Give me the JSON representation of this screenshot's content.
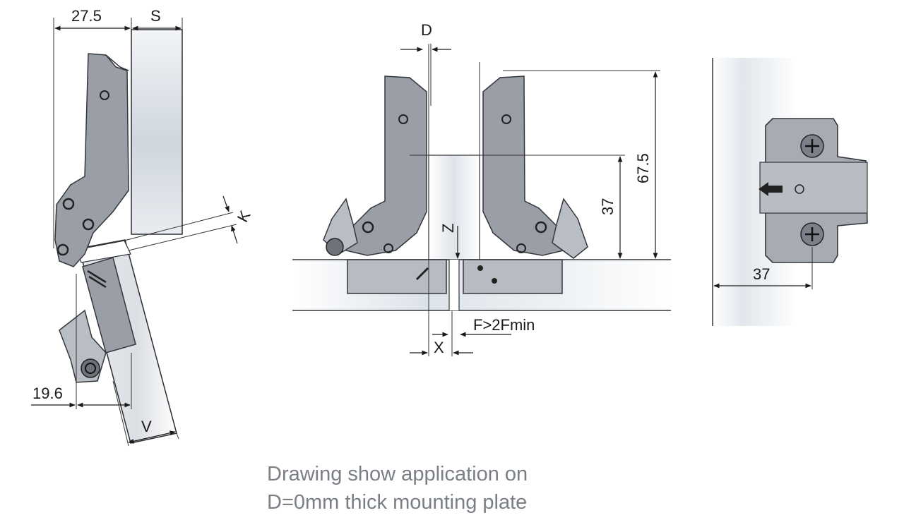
{
  "diagram": {
    "left_view": {
      "dim_top_width": "27.5",
      "dim_top_s": "S",
      "dim_k": "K",
      "dim_bottom": "19.6",
      "dim_v": "V"
    },
    "center_view": {
      "dim_d": "D",
      "dim_z": "Z",
      "dim_height_total": "67.5",
      "dim_height_cup": "37",
      "dim_gap": "F>2Fmin",
      "dim_x": "X"
    },
    "right_view": {
      "dim_plate": "37"
    }
  },
  "caption": {
    "line1": "Drawing show application on",
    "line2": "D=0mm thick mounting plate"
  },
  "colors": {
    "hinge_fill": "#9a9ea6",
    "hinge_stroke": "#3a3d44",
    "panel_fill": "#e4e8ee",
    "caption_text": "#7a7f86"
  }
}
